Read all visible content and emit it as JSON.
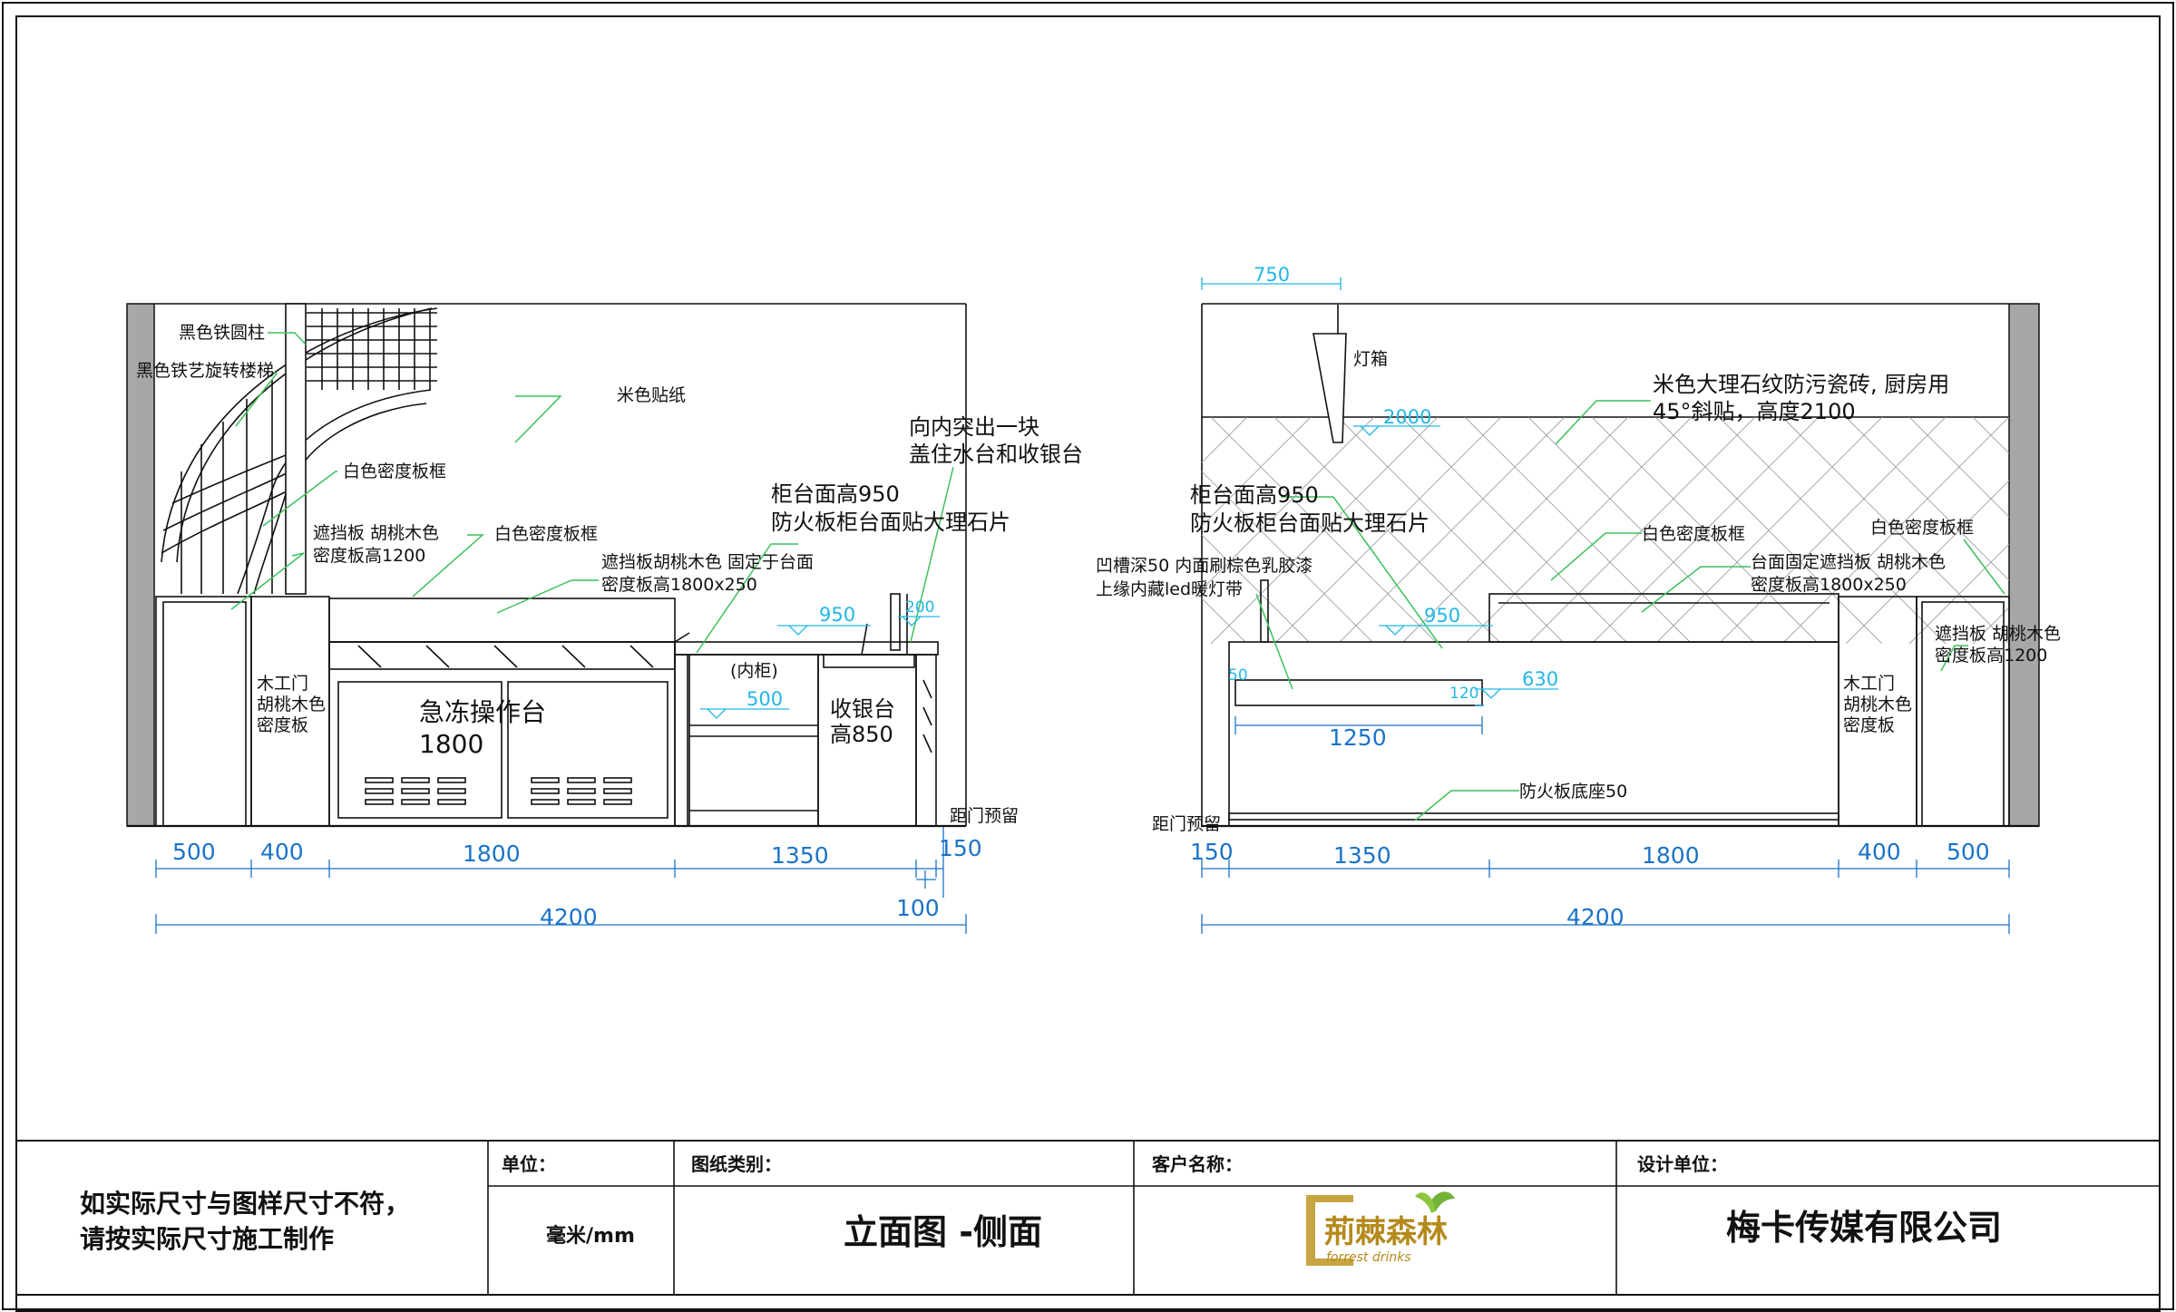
{
  "left_view": {
    "labels": {
      "column": "黑色铁圆柱",
      "stair": "黑色铁艺旋转楼梯",
      "wallpaper": "米色贴纸",
      "white_frame_a": "白色密度板框",
      "white_frame_b": "白色密度板框",
      "baffle_1200_a": "遮挡板 胡桃木色",
      "baffle_1200_b": "密度板高1200",
      "baffle_fixed_a": "遮挡板胡桃木色 固定于台面",
      "baffle_fixed_b": "密度板高1800x250",
      "protrude_a": "向内突出一块",
      "protrude_b": "盖住水台和收银台",
      "counter_a": "柜台面高950",
      "counter_b": "防火板柜台面贴大理石片",
      "door_a": "木工门",
      "door_b": "胡桃木色",
      "door_c": "密度板",
      "freezer_a": "急冻操作台",
      "freezer_b": "1800",
      "inner": "(内柜)",
      "cashier_a": "收银台",
      "cashier_b": "高850",
      "door_gap": "距门预留"
    },
    "levels": {
      "l950": "950",
      "l200": "200",
      "l500": "500"
    },
    "dims": [
      "500",
      "400",
      "1800",
      "1350",
      "150",
      "100"
    ],
    "total": "4200"
  },
  "right_view": {
    "labels": {
      "lightbox": "灯箱",
      "tile_a": "米色大理石纹防污瓷砖, 厨房用",
      "tile_b": "45°斜贴，高度2100",
      "counter_a": "柜台面高950",
      "counter_b": "防火板柜台面贴大理石片",
      "groove_a": "凹槽深50 内面刷棕色乳胶漆",
      "groove_b": "上缘内藏led暖灯带",
      "white_frame_a": "白色密度板框",
      "white_frame_b": "白色密度板框",
      "baffle_fixed_a": "台面固定遮挡板 胡桃木色",
      "baffle_fixed_b": "密度板高1800x250",
      "baffle_1200_a": "遮挡板 胡桃木色",
      "baffle_1200_b": "密度板高1200",
      "door_a": "木工门",
      "door_b": "胡桃木色",
      "door_c": "密度板",
      "base": "防火板底座50",
      "door_gap": "距门预留"
    },
    "levels": {
      "l750": "750",
      "l2000": "2000",
      "l950": "950",
      "l630": "630",
      "l120": "120",
      "l50": "50"
    },
    "dim_1250": "1250",
    "dims": [
      "150",
      "1350",
      "1800",
      "400",
      "500"
    ],
    "total": "4200"
  },
  "title_block": {
    "note_a": "如实际尺寸与图样尺寸不符，",
    "note_b": "请按实际尺寸施工制作",
    "unit_h": "单位：",
    "unit_v": "毫米/mm",
    "type_h": "图纸类别：",
    "type_v": "立面图 -侧面",
    "client_h": "客户名称：",
    "logo_cn": "荊棘森林",
    "logo_en": "forrest drinks",
    "designer_h": "设计单位：",
    "designer_v": "梅卡传媒有限公司"
  }
}
